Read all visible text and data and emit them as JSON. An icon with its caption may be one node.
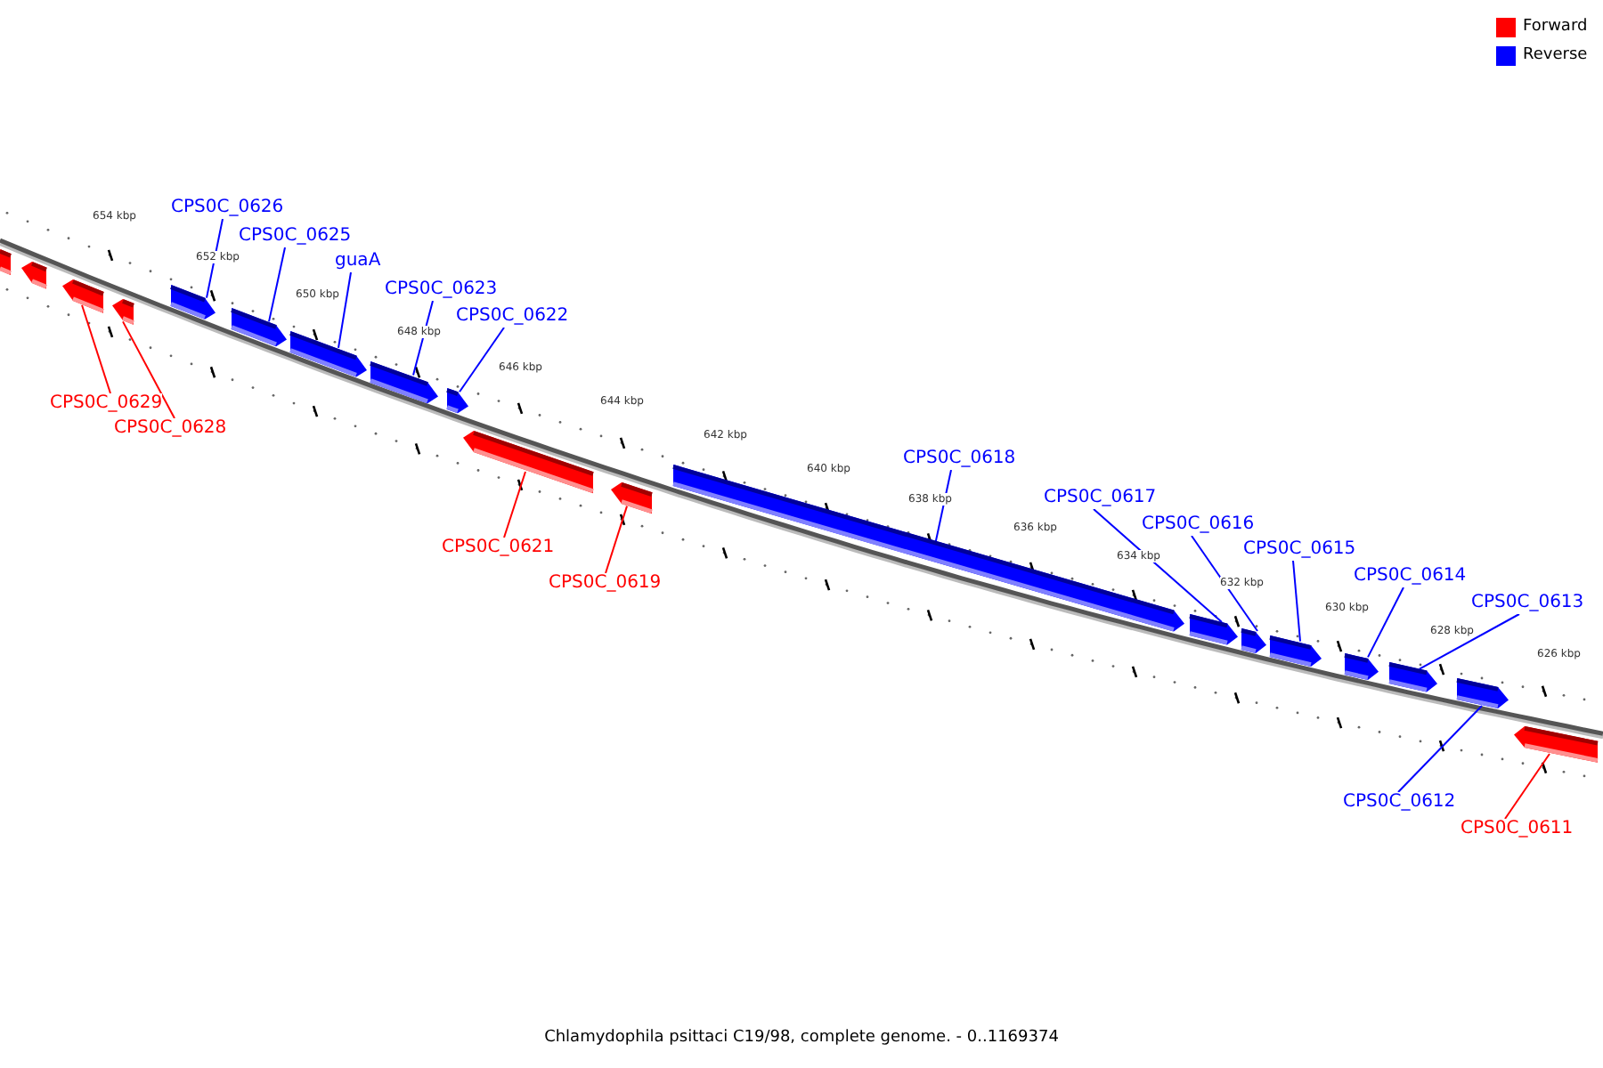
{
  "diagram": {
    "caption": "Chlamydophila psittaci C19/98, complete genome. - 0..1169374",
    "nodes": [
      {
        "text": [
          "CPS0C_0626"
        ]
      },
      {
        "text": [
          "CPS0C_0625"
        ]
      },
      {
        "text": [
          "guaA"
        ]
      },
      {
        "text": [
          "CPS0C_0623"
        ]
      },
      {
        "text": [
          "CPS0C_0622"
        ]
      },
      {
        "text": [
          "CPS0C_0629"
        ]
      },
      {
        "text": [
          "CPS0C_0628"
        ]
      },
      {
        "text": [
          "CPS0C_0618"
        ]
      },
      {
        "text": [
          "CPS0C_0617"
        ]
      },
      {
        "text": [
          "CPS0C_0616"
        ]
      },
      {
        "text": [
          "CPS0C_0615"
        ]
      },
      {
        "text": [
          "CPS0C_0621"
        ]
      },
      {
        "text": [
          "CPS0C_0614"
        ]
      },
      {
        "text": [
          "CPS0C_0619"
        ]
      },
      {
        "text": [
          "CPS0C_0613"
        ]
      },
      {
        "text": [
          "CPS0C_0612"
        ]
      },
      {
        "text": [
          "CPS0C_0611"
        ]
      },
      {
        "text": [],
        "shape": "arrow"
      },
      {
        "text": [],
        "shape": "arrow"
      },
      {
        "text": [],
        "shape": "arrow"
      },
      {
        "text": [],
        "shape": "arrow"
      },
      {
        "text": [],
        "shape": "arrow"
      },
      {
        "text": [],
        "shape": "arrow"
      },
      {
        "text": [],
        "shape": "arrow"
      },
      {
        "text": [],
        "shape": "arrow"
      },
      {
        "text": [],
        "shape": "arrow"
      },
      {
        "text": [],
        "shape": "arrow"
      },
      {
        "text": [],
        "shape": "arrow"
      },
      {
        "text": [],
        "shape": "arrow"
      },
      {
        "text": [],
        "shape": "arrow"
      },
      {
        "text": [],
        "shape": "arrow"
      },
      {
        "text": [],
        "shape": "arrow"
      },
      {
        "text": [],
        "shape": "arrow"
      },
      {
        "text": [],
        "shape": "arrow"
      },
      {
        "text": [],
        "shape": "arrow"
      },
      {
        "text": [],
        "shape": "arrow"
      }
    ],
    "edges": [
      {
        "from": 0,
        "to": 21,
        "arrow": "none"
      },
      {
        "from": 1,
        "to": 22,
        "arrow": "none"
      },
      {
        "from": 2,
        "to": 23,
        "arrow": "none"
      },
      {
        "from": 3,
        "to": 24,
        "arrow": "none"
      },
      {
        "from": 4,
        "to": 25,
        "arrow": "none"
      },
      {
        "from": 5,
        "to": 19,
        "arrow": "none",
        "color": "#ff0000"
      },
      {
        "from": 6,
        "to": 20,
        "arrow": "none",
        "color": "#ff0000"
      },
      {
        "from": 7,
        "to": 28,
        "arrow": "none"
      },
      {
        "from": 8,
        "to": 29,
        "arrow": "none"
      },
      {
        "from": 9,
        "to": 30,
        "arrow": "none"
      },
      {
        "from": 10,
        "to": 31,
        "arrow": "none"
      },
      {
        "from": 11,
        "to": 26,
        "arrow": "none",
        "color": "#ff0000"
      },
      {
        "from": 12,
        "to": 32,
        "arrow": "none"
      },
      {
        "from": 13,
        "to": 27,
        "arrow": "none",
        "color": "#ff0000"
      },
      {
        "from": 14,
        "to": 33,
        "arrow": "none"
      },
      {
        "from": 15,
        "to": 34,
        "arrow": "none"
      },
      {
        "from": 16,
        "to": 35,
        "arrow": "none",
        "color": "#ff0000"
      }
    ],
    "labels": [
      "654 kbp",
      "652 kbp",
      "650 kbp",
      "648 kbp",
      "646 kbp",
      "644 kbp",
      "642 kbp",
      "640 kbp",
      "638 kbp",
      "636 kbp",
      "634 kbp",
      "632 kbp",
      "630 kbp",
      "628 kbp",
      "626 kbp"
    ],
    "legend": [
      {
        "text": "Forward",
        "color": "#ff0000"
      },
      {
        "text": "Reverse",
        "color": "#0000ff"
      }
    ]
  }
}
